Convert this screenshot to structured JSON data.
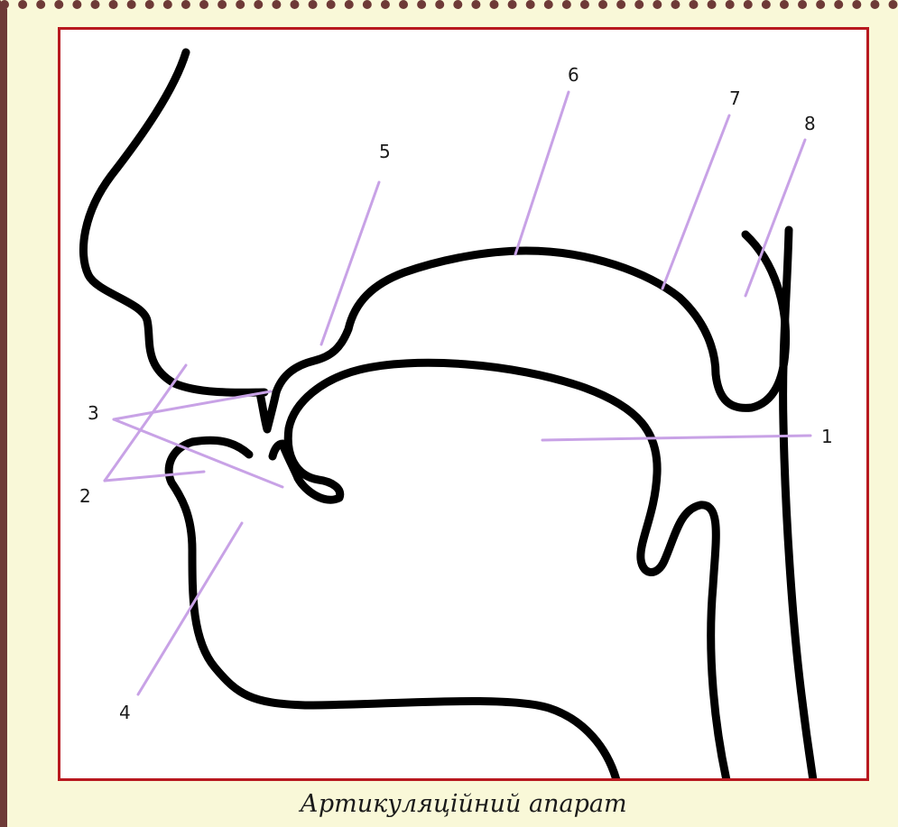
{
  "caption": "Артикуляційний апарат",
  "labels": {
    "l1": "1",
    "l2": "2",
    "l3": "3",
    "l4": "4",
    "l5": "5",
    "l6": "6",
    "l7": "7",
    "l8": "8"
  },
  "colors": {
    "background": "#f9f8d8",
    "frame": "#6e3a37",
    "figure_border": "#b8191f",
    "outline": "#000000",
    "leader_lines": "#c8a2e6"
  }
}
